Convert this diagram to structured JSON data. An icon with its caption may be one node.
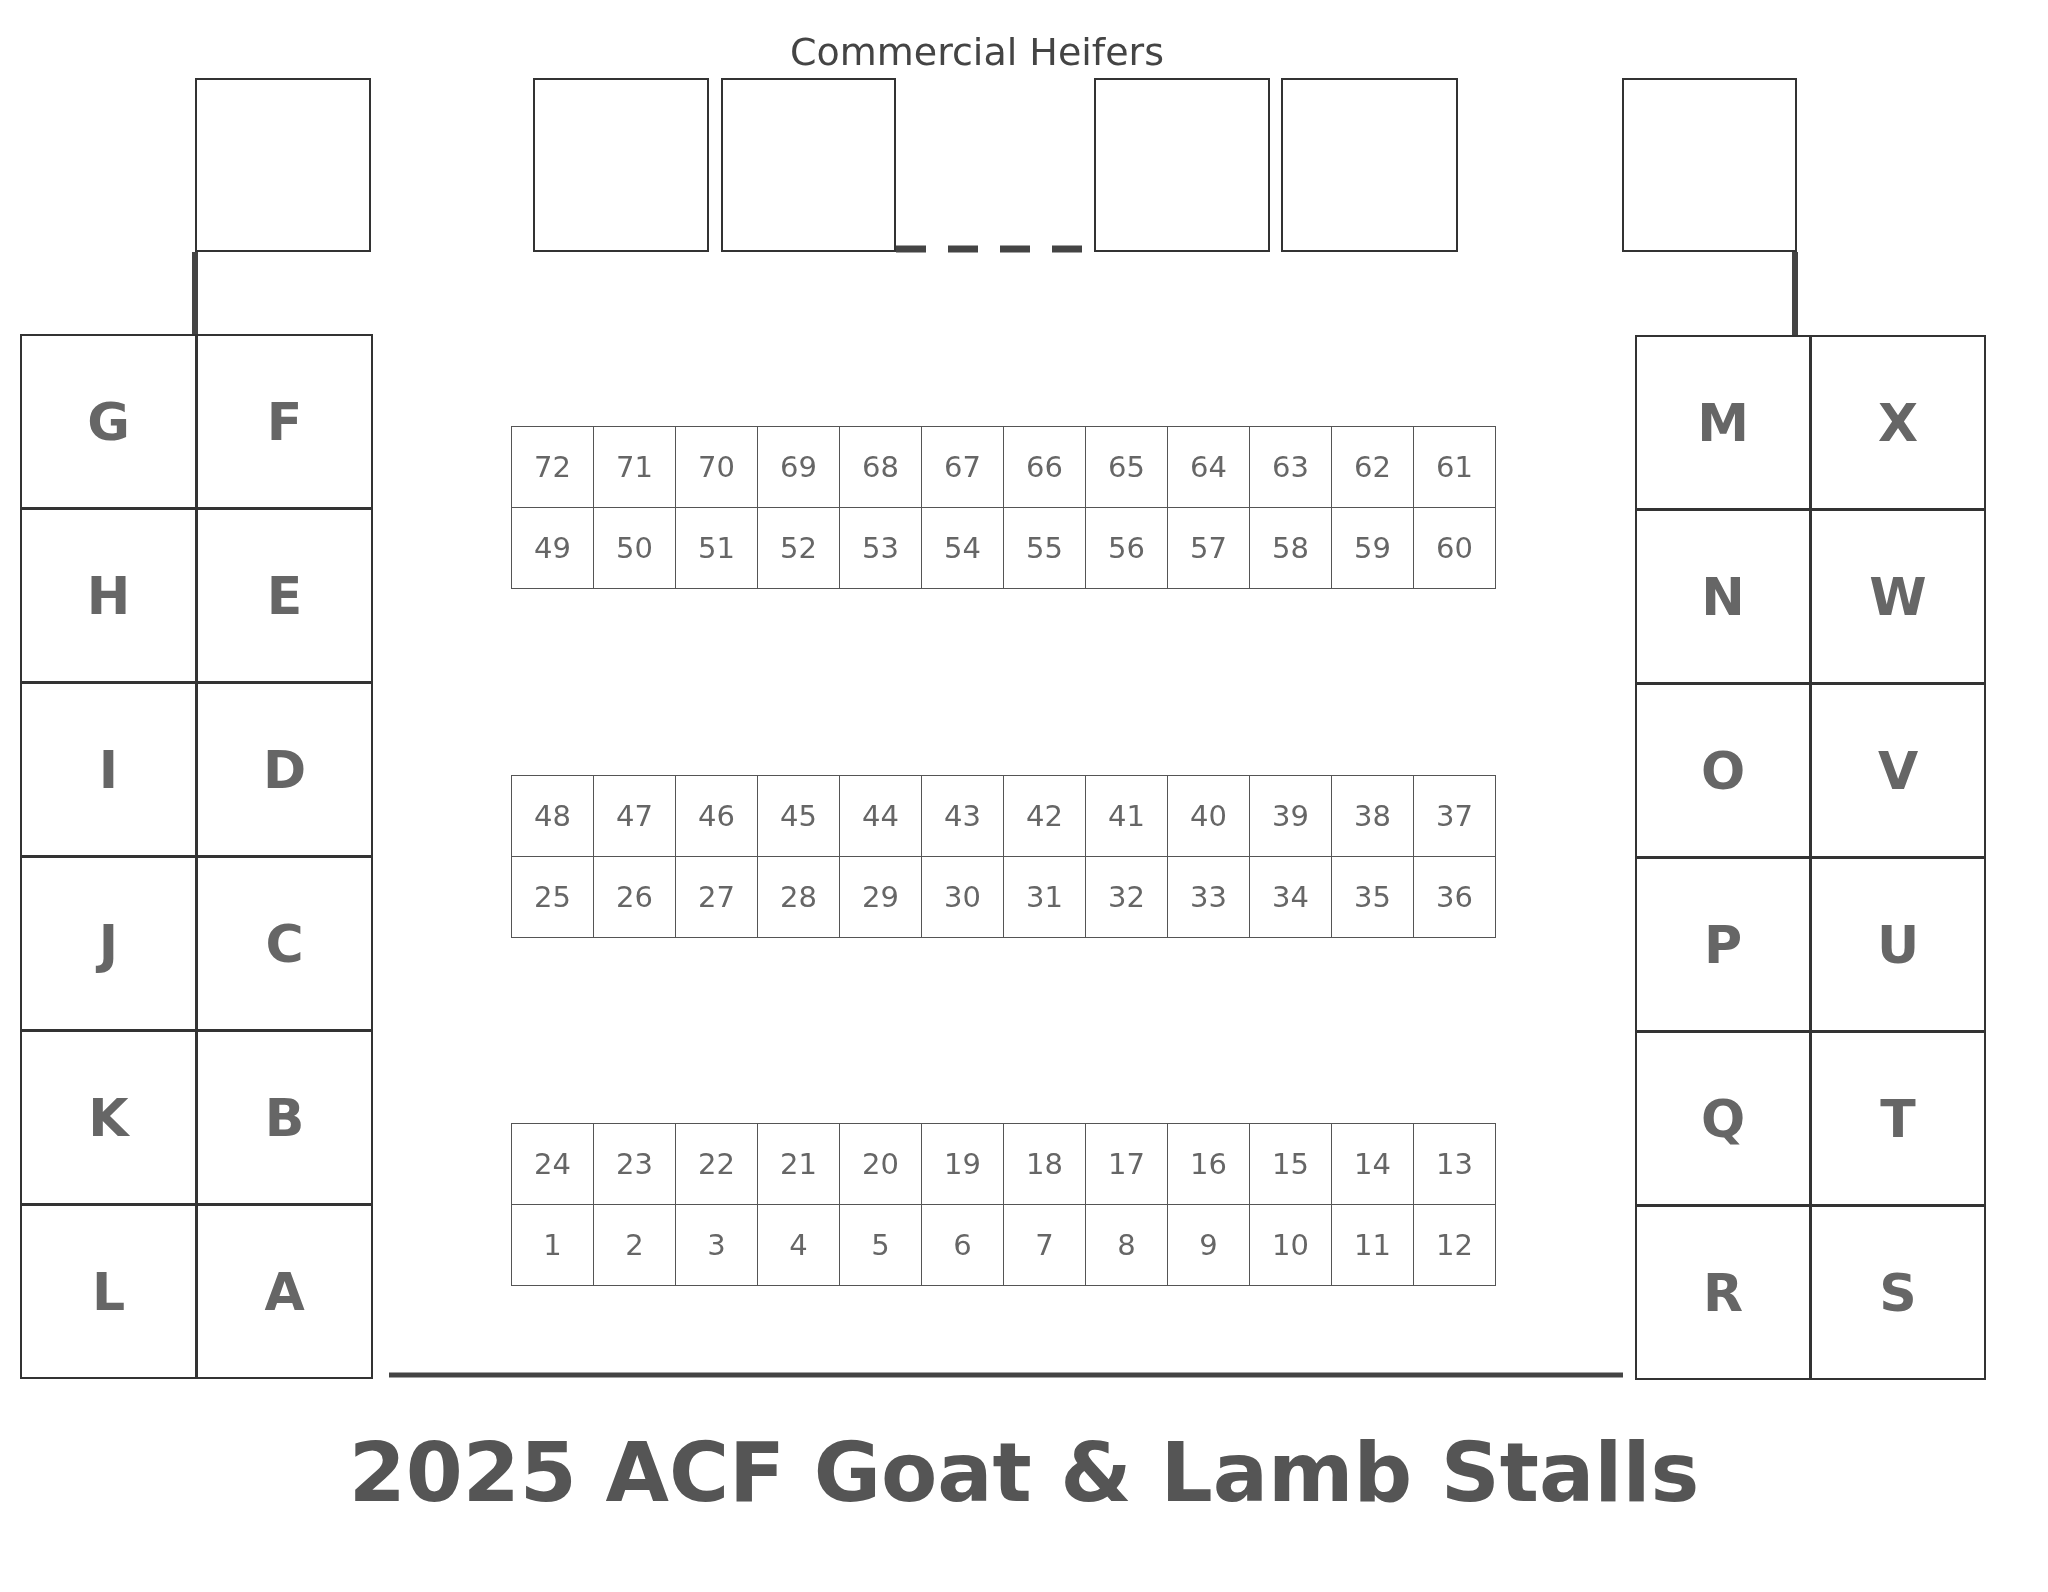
{
  "diagram": {
    "title": "2025 ACF Goat & Lamb Stalls",
    "nodes": [
      {
        "text": [],
        "shape": "box"
      },
      {
        "text": [],
        "shape": "box"
      },
      {
        "text": [],
        "shape": "box"
      },
      {
        "text": [],
        "shape": "box"
      },
      {
        "text": [],
        "shape": "box"
      },
      {
        "text": [],
        "shape": "box"
      },
      {
        "text": [
          "G"
        ]
      },
      {
        "text": [
          "F"
        ]
      },
      {
        "text": [
          "H"
        ]
      },
      {
        "text": [
          "E"
        ]
      },
      {
        "text": [
          "I"
        ]
      },
      {
        "text": [
          "D"
        ]
      },
      {
        "text": [
          "J"
        ]
      },
      {
        "text": [
          "C"
        ]
      },
      {
        "text": [
          "K"
        ]
      },
      {
        "text": [
          "B"
        ]
      },
      {
        "text": [
          "L"
        ]
      },
      {
        "text": [
          "A"
        ]
      },
      {
        "text": [
          "M"
        ]
      },
      {
        "text": [
          "X"
        ]
      },
      {
        "text": [
          "N"
        ]
      },
      {
        "text": [
          "W"
        ]
      },
      {
        "text": [
          "O"
        ]
      },
      {
        "text": [
          "V"
        ]
      },
      {
        "text": [
          "P"
        ]
      },
      {
        "text": [
          "U"
        ]
      },
      {
        "text": [
          "Q"
        ]
      },
      {
        "text": [
          "T"
        ]
      },
      {
        "text": [
          "R"
        ]
      },
      {
        "text": [
          "S"
        ]
      },
      {
        "text": [
          "72"
        ]
      },
      {
        "text": [
          "71"
        ]
      },
      {
        "text": [
          "70"
        ]
      },
      {
        "text": [
          "69"
        ]
      },
      {
        "text": [
          "68"
        ]
      },
      {
        "text": [
          "67"
        ]
      },
      {
        "text": [
          "66"
        ]
      },
      {
        "text": [
          "65"
        ]
      },
      {
        "text": [
          "64"
        ]
      },
      {
        "text": [
          "63"
        ]
      },
      {
        "text": [
          "62"
        ]
      },
      {
        "text": [
          "61"
        ]
      },
      {
        "text": [
          "49"
        ]
      },
      {
        "text": [
          "50"
        ]
      },
      {
        "text": [
          "51"
        ]
      },
      {
        "text": [
          "52"
        ]
      },
      {
        "text": [
          "53"
        ]
      },
      {
        "text": [
          "54"
        ]
      },
      {
        "text": [
          "55"
        ]
      },
      {
        "text": [
          "56"
        ]
      },
      {
        "text": [
          "57"
        ]
      },
      {
        "text": [
          "58"
        ]
      },
      {
        "text": [
          "59"
        ]
      },
      {
        "text": [
          "60"
        ]
      },
      {
        "text": [
          "48"
        ]
      },
      {
        "text": [
          "47"
        ]
      },
      {
        "text": [
          "46"
        ]
      },
      {
        "text": [
          "45"
        ]
      },
      {
        "text": [
          "44"
        ]
      },
      {
        "text": [
          "43"
        ]
      },
      {
        "text": [
          "42"
        ]
      },
      {
        "text": [
          "41"
        ]
      },
      {
        "text": [
          "40"
        ]
      },
      {
        "text": [
          "39"
        ]
      },
      {
        "text": [
          "38"
        ]
      },
      {
        "text": [
          "37"
        ]
      },
      {
        "text": [
          "25"
        ]
      },
      {
        "text": [
          "26"
        ]
      },
      {
        "text": [
          "27"
        ]
      },
      {
        "text": [
          "28"
        ]
      },
      {
        "text": [
          "29"
        ]
      },
      {
        "text": [
          "30"
        ]
      },
      {
        "text": [
          "31"
        ]
      },
      {
        "text": [
          "32"
        ]
      },
      {
        "text": [
          "33"
        ]
      },
      {
        "text": [
          "34"
        ]
      },
      {
        "text": [
          "35"
        ]
      },
      {
        "text": [
          "36"
        ]
      },
      {
        "text": [
          "24"
        ]
      },
      {
        "text": [
          "23"
        ]
      },
      {
        "text": [
          "22"
        ]
      },
      {
        "text": [
          "21"
        ]
      },
      {
        "text": [
          "20"
        ]
      },
      {
        "text": [
          "19"
        ]
      },
      {
        "text": [
          "18"
        ]
      },
      {
        "text": [
          "17"
        ]
      },
      {
        "text": [
          "16"
        ]
      },
      {
        "text": [
          "15"
        ]
      },
      {
        "text": [
          "14"
        ]
      },
      {
        "text": [
          "13"
        ]
      },
      {
        "text": [
          "1"
        ]
      },
      {
        "text": [
          "2"
        ]
      },
      {
        "text": [
          "3"
        ]
      },
      {
        "text": [
          "4"
        ]
      },
      {
        "text": [
          "5"
        ]
      },
      {
        "text": [
          "6"
        ]
      },
      {
        "text": [
          "7"
        ]
      },
      {
        "text": [
          "8"
        ]
      },
      {
        "text": [
          "9"
        ]
      },
      {
        "text": [
          "10"
        ]
      },
      {
        "text": [
          "11"
        ]
      },
      {
        "text": [
          "12"
        ]
      }
    ],
    "edges": [
      {
        "from": 2,
        "to": 3,
        "arrow": "none",
        "style": "dashed"
      },
      {
        "from": 0,
        "to": 6,
        "arrow": "none"
      },
      {
        "from": 5,
        "to": 18,
        "arrow": "none"
      }
    ],
    "labels": [
      "Commercial Heifers"
    ]
  }
}
